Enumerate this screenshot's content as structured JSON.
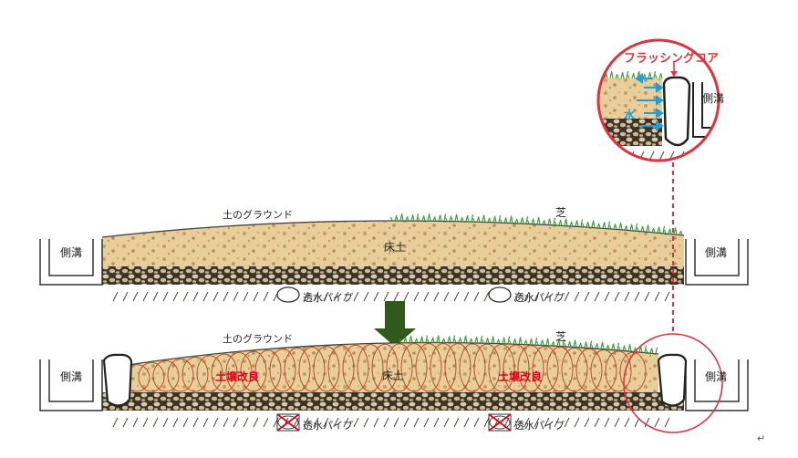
{
  "top": {
    "ground_label": "土のグラウンド",
    "turf_label": "芝",
    "bed_soil_label": "床土",
    "ditch_left_label": "側溝",
    "ditch_right_label": "側溝",
    "pipe_labels": [
      "透水パイプ",
      "透水パイプ"
    ]
  },
  "bottom": {
    "ground_label": "土のグラウンド",
    "turf_label": "芝",
    "bed_soil_label": "床土",
    "ditch_left_label": "側溝",
    "ditch_right_label": "側溝",
    "pipe_labels": [
      "透水パイプ",
      "透水パイプ"
    ],
    "soil_improvement_labels": [
      "土壌改良",
      "土壌改良"
    ]
  },
  "inset": {
    "title": "フラッシングコア",
    "water_label": "水",
    "ditch_label": "側溝"
  },
  "return_mark": "↵",
  "colors": {
    "soil": "#e8cf9a",
    "gravel": "#3b3228",
    "turf": "#3aa33a",
    "arrow": "#2f5a1c",
    "highlight_red": "#e0323c",
    "water_blue": "#1a9fe0",
    "ellipse_outline": "#b5502a"
  }
}
